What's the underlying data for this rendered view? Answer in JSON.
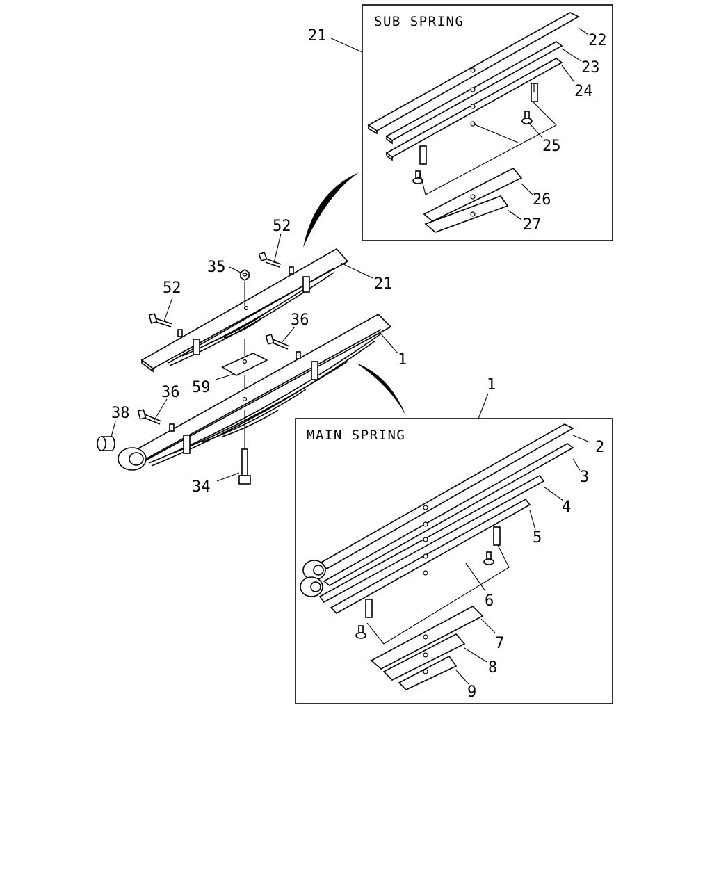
{
  "sub_spring": {
    "title": "SUB SPRING",
    "callout": "21",
    "labels": {
      "l22": "22",
      "l23": "23",
      "l24": "24",
      "l25": "25",
      "l26": "26",
      "l27": "27"
    }
  },
  "main_spring": {
    "title": "MAIN SPRING",
    "callout": "1",
    "labels": {
      "l2": "2",
      "l3": "3",
      "l4": "4",
      "l5": "5",
      "l6": "6",
      "l7": "7",
      "l8": "8",
      "l9": "9"
    }
  },
  "assembly": {
    "labels": {
      "l52a": "52",
      "l52b": "52",
      "l35": "35",
      "l21": "21",
      "l36a": "36",
      "l1": "1",
      "l59": "59",
      "l36b": "36",
      "l38": "38",
      "l34": "34"
    }
  }
}
